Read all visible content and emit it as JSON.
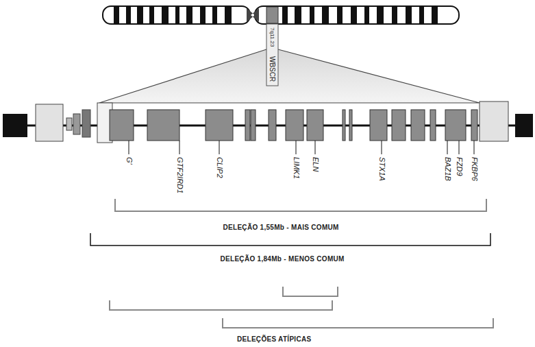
{
  "diagram": {
    "labels": [
      "7q11.23",
      "WBSCR",
      "G'",
      "GTF2IRD1",
      "CLIP2",
      "LIMK1",
      "ELN",
      "STX1A",
      "BAZ1B",
      "FZD9",
      "FKBP6",
      "DELEÇÃO 1,55Mb - MAIS COMUM",
      "DELEÇÃO 1,84Mb - MENOS COMUM",
      "DELEÇÕES ATÍPICAS"
    ]
  }
}
